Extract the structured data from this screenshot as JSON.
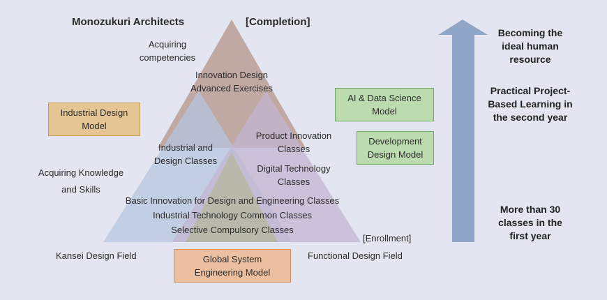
{
  "header": {
    "monozukuri_architects": "Monozukuri Architects",
    "completion": "[Completion]"
  },
  "triangle_labels": {
    "acquiring_competencies": [
      "Acquiring",
      "competencies"
    ],
    "innovation_design": [
      "Innovation Design",
      "Advanced Exercises"
    ],
    "industrial_design_classes": [
      "Industrial and",
      "Design Classes"
    ],
    "product_innovation": [
      "Product Innovation",
      "Classes"
    ],
    "digital_technology": [
      "Digital Technology",
      "Classes"
    ],
    "acquiring_knowledge": [
      "Acquiring Knowledge",
      "and Skills"
    ],
    "basic_innovation": "Basic Innovation for Design and Engineering Classes",
    "industrial_technology": "Industrial Technology Common Classes",
    "selective_compulsory": "Selective Compulsory Classes",
    "enrollment": "[Enrollment]",
    "kansei_field": "Kansei Design Field",
    "functional_field": "Functional Design Field"
  },
  "models": {
    "industrial_design": [
      "Industrial Design",
      "Model"
    ],
    "ai_data_science": [
      "AI & Data Science",
      "Model"
    ],
    "development_design": [
      "Development",
      "Design Model"
    ],
    "global_system": [
      "Global System",
      "Engineering Model"
    ]
  },
  "side_panel": {
    "ideal": [
      "Becoming the",
      "ideal human",
      "resource"
    ],
    "pbl": [
      "Practical Project-",
      "Based Learning in",
      "the second year"
    ],
    "first_year": [
      "More than 30",
      "classes in the",
      "first year"
    ]
  },
  "colors": {
    "background": "#e3e6f1",
    "triangle_top": "#b79a8e",
    "triangle_left": "#b6c5dd",
    "triangle_right": "#c3b5d2",
    "triangle_bottom": "#b2b88d",
    "arrow": "#8fa6c9",
    "model_orange": "#e5c593",
    "model_green": "#bcdcb0",
    "model_salmon": "#ebbf9f"
  }
}
